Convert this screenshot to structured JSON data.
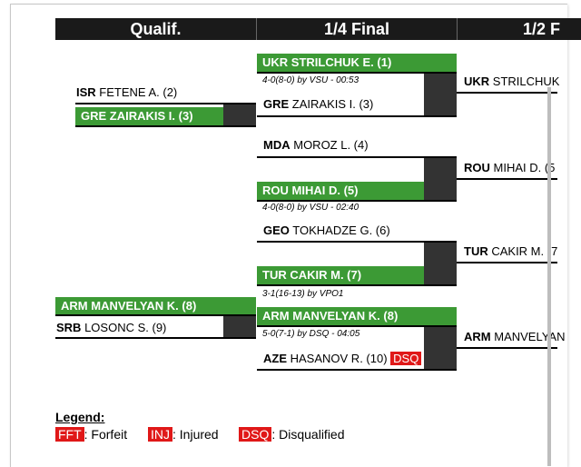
{
  "headers": {
    "qualif": "Qualif.",
    "quarter": "1/4 Final",
    "semi": "1/2 F"
  },
  "qualif": {
    "m1": {
      "p1_country": "ISR",
      "p1_name": "FETENE A. (2)",
      "p2_country": "GRE",
      "p2_name": "ZAIRAKIS I. (3)"
    },
    "m2": {
      "p1_country": "ARM",
      "p1_name": "MANVELYAN K. (8)",
      "p2_country": "SRB",
      "p2_name": "LOSONC S. (9)"
    }
  },
  "quarter": {
    "m1": {
      "p1_country": "UKR",
      "p1_name": "STRILCHUK E. (1)",
      "score": "4-0(8-0) by VSU - 00:53",
      "p2_country": "GRE",
      "p2_name": "ZAIRAKIS I. (3)"
    },
    "m2": {
      "p1_country": "MDA",
      "p1_name": "MOROZ L. (4)",
      "p2_country": "ROU",
      "p2_name": "MIHAI D. (5)",
      "score": "4-0(8-0) by VSU - 02:40"
    },
    "m3": {
      "p1_country": "GEO",
      "p1_name": "TOKHADZE G. (6)",
      "p2_country": "TUR",
      "p2_name": "CAKIR M. (7)",
      "score": "3-1(16-13) by VPO1"
    },
    "m4": {
      "p1_country": "ARM",
      "p1_name": "MANVELYAN K. (8)",
      "score": "5-0(7-1) by DSQ - 04:05",
      "p2_country": "AZE",
      "p2_name": "HASANOV R. (10)",
      "p2_tag": "DSQ"
    }
  },
  "semi": {
    "s1": {
      "country": "UKR",
      "name": "STRILCHUK"
    },
    "s2": {
      "country": "ROU",
      "name": "MIHAI D. (5"
    },
    "s3": {
      "country": "TUR",
      "name": "CAKIR M. (7"
    },
    "s4": {
      "country": "ARM",
      "name": "MANVELYAN"
    }
  },
  "legend": {
    "title": "Legend:",
    "items": [
      {
        "tag": "FFT",
        "label": ": Forfeit"
      },
      {
        "tag": "INJ",
        "label": ": Injured"
      },
      {
        "tag": "DSQ",
        "label": ": Disqualified"
      }
    ]
  },
  "colors": {
    "header_bg": "#1a1a1a",
    "winner_green": "#3c9a35",
    "tag_red": "#e01818",
    "box_dark": "#333333"
  }
}
